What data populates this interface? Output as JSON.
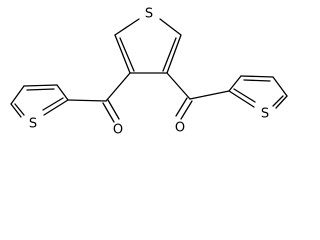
{
  "molecule": {
    "atom_labels": {
      "central_sulfur": "S",
      "left_thiophene_sulfur": "S",
      "right_thiophene_sulfur": "S",
      "left_carbonyl_oxygen": "O",
      "right_carbonyl_oxygen": "O"
    },
    "colors": {
      "bond": "#000000",
      "text": "#000000",
      "background": "#ffffff"
    }
  }
}
